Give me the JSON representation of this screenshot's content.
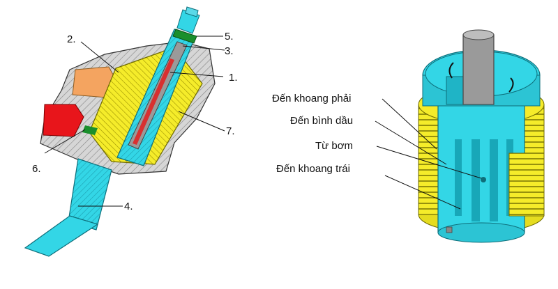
{
  "colors": {
    "cyan": "#33d6e6",
    "cyan_dark": "#0e8ea0",
    "yellow": "#f5ec2a",
    "yellow_dark": "#b8a800",
    "gray_housing": "#d2d2d2",
    "gray_shaft": "#9a9a9a",
    "red": "#e8151b",
    "orange": "#f4a460",
    "green": "#1a8f2c",
    "line": "#111111"
  },
  "left_labels": {
    "l1": "1.",
    "l2": "2.",
    "l3": "3.",
    "l4": "4.",
    "l5": "5.",
    "l6": "6.",
    "l7": "7."
  },
  "right_labels": {
    "right_chamber": "Đến khoang phải",
    "oil_tank": "Đến bình dầu",
    "from_pump": "Từ bơm",
    "left_chamber": "Đến khoang trái"
  }
}
